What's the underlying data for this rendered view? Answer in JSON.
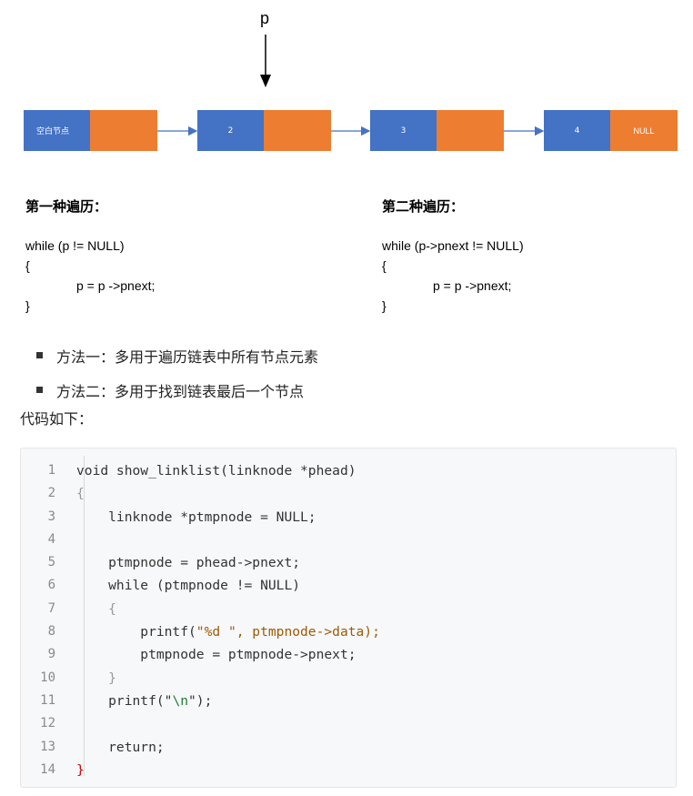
{
  "diagram": {
    "pointer_label": "p",
    "nodes": [
      {
        "data": "空白节点",
        "next": ""
      },
      {
        "data": "2",
        "next": ""
      },
      {
        "data": "3",
        "next": ""
      },
      {
        "data": "4",
        "next": "NULL"
      }
    ],
    "colors": {
      "data_cell": "#4472c4",
      "next_cell": "#ed7d31",
      "arrow": "#4472c4"
    }
  },
  "traversal1": {
    "title": "第一种遍历：",
    "lines": [
      "while (p != NULL)",
      "{",
      "p = p ->pnext;",
      "}"
    ]
  },
  "traversal2": {
    "title": "第二种遍历：",
    "lines": [
      "while (p->pnext != NULL)",
      "{",
      "p = p ->pnext;",
      "}"
    ]
  },
  "bullets": [
    "方法一：多用于遍历链表中所有节点元素",
    "方法二：多用于找到链表最后一个节点"
  ],
  "intro": "代码如下：",
  "code": {
    "line_numbers": [
      "1",
      "2",
      "3",
      "4",
      "5",
      "6",
      "7",
      "8",
      "9",
      "10",
      "11",
      "12",
      "13",
      "14"
    ],
    "lines": [
      "void show_linklist(linknode *phead)",
      "{",
      "    linknode *ptmpnode = NULL;",
      "",
      "    ptmpnode = phead->pnext;",
      "    while (ptmpnode != NULL)",
      "    {",
      "        printf(\"%d \", ptmpnode->data);",
      "        ptmpnode = ptmpnode->pnext;",
      "    }",
      "    printf(\"\\n\");",
      "",
      "    return;",
      "}"
    ],
    "tokens": {
      "l8_pre": "        printf(",
      "l8_str": "\"%d \", ptmpnode->data);",
      "l11_pre": "    printf(\"",
      "l11_esc": "\\n",
      "l11_post": "\");"
    }
  }
}
